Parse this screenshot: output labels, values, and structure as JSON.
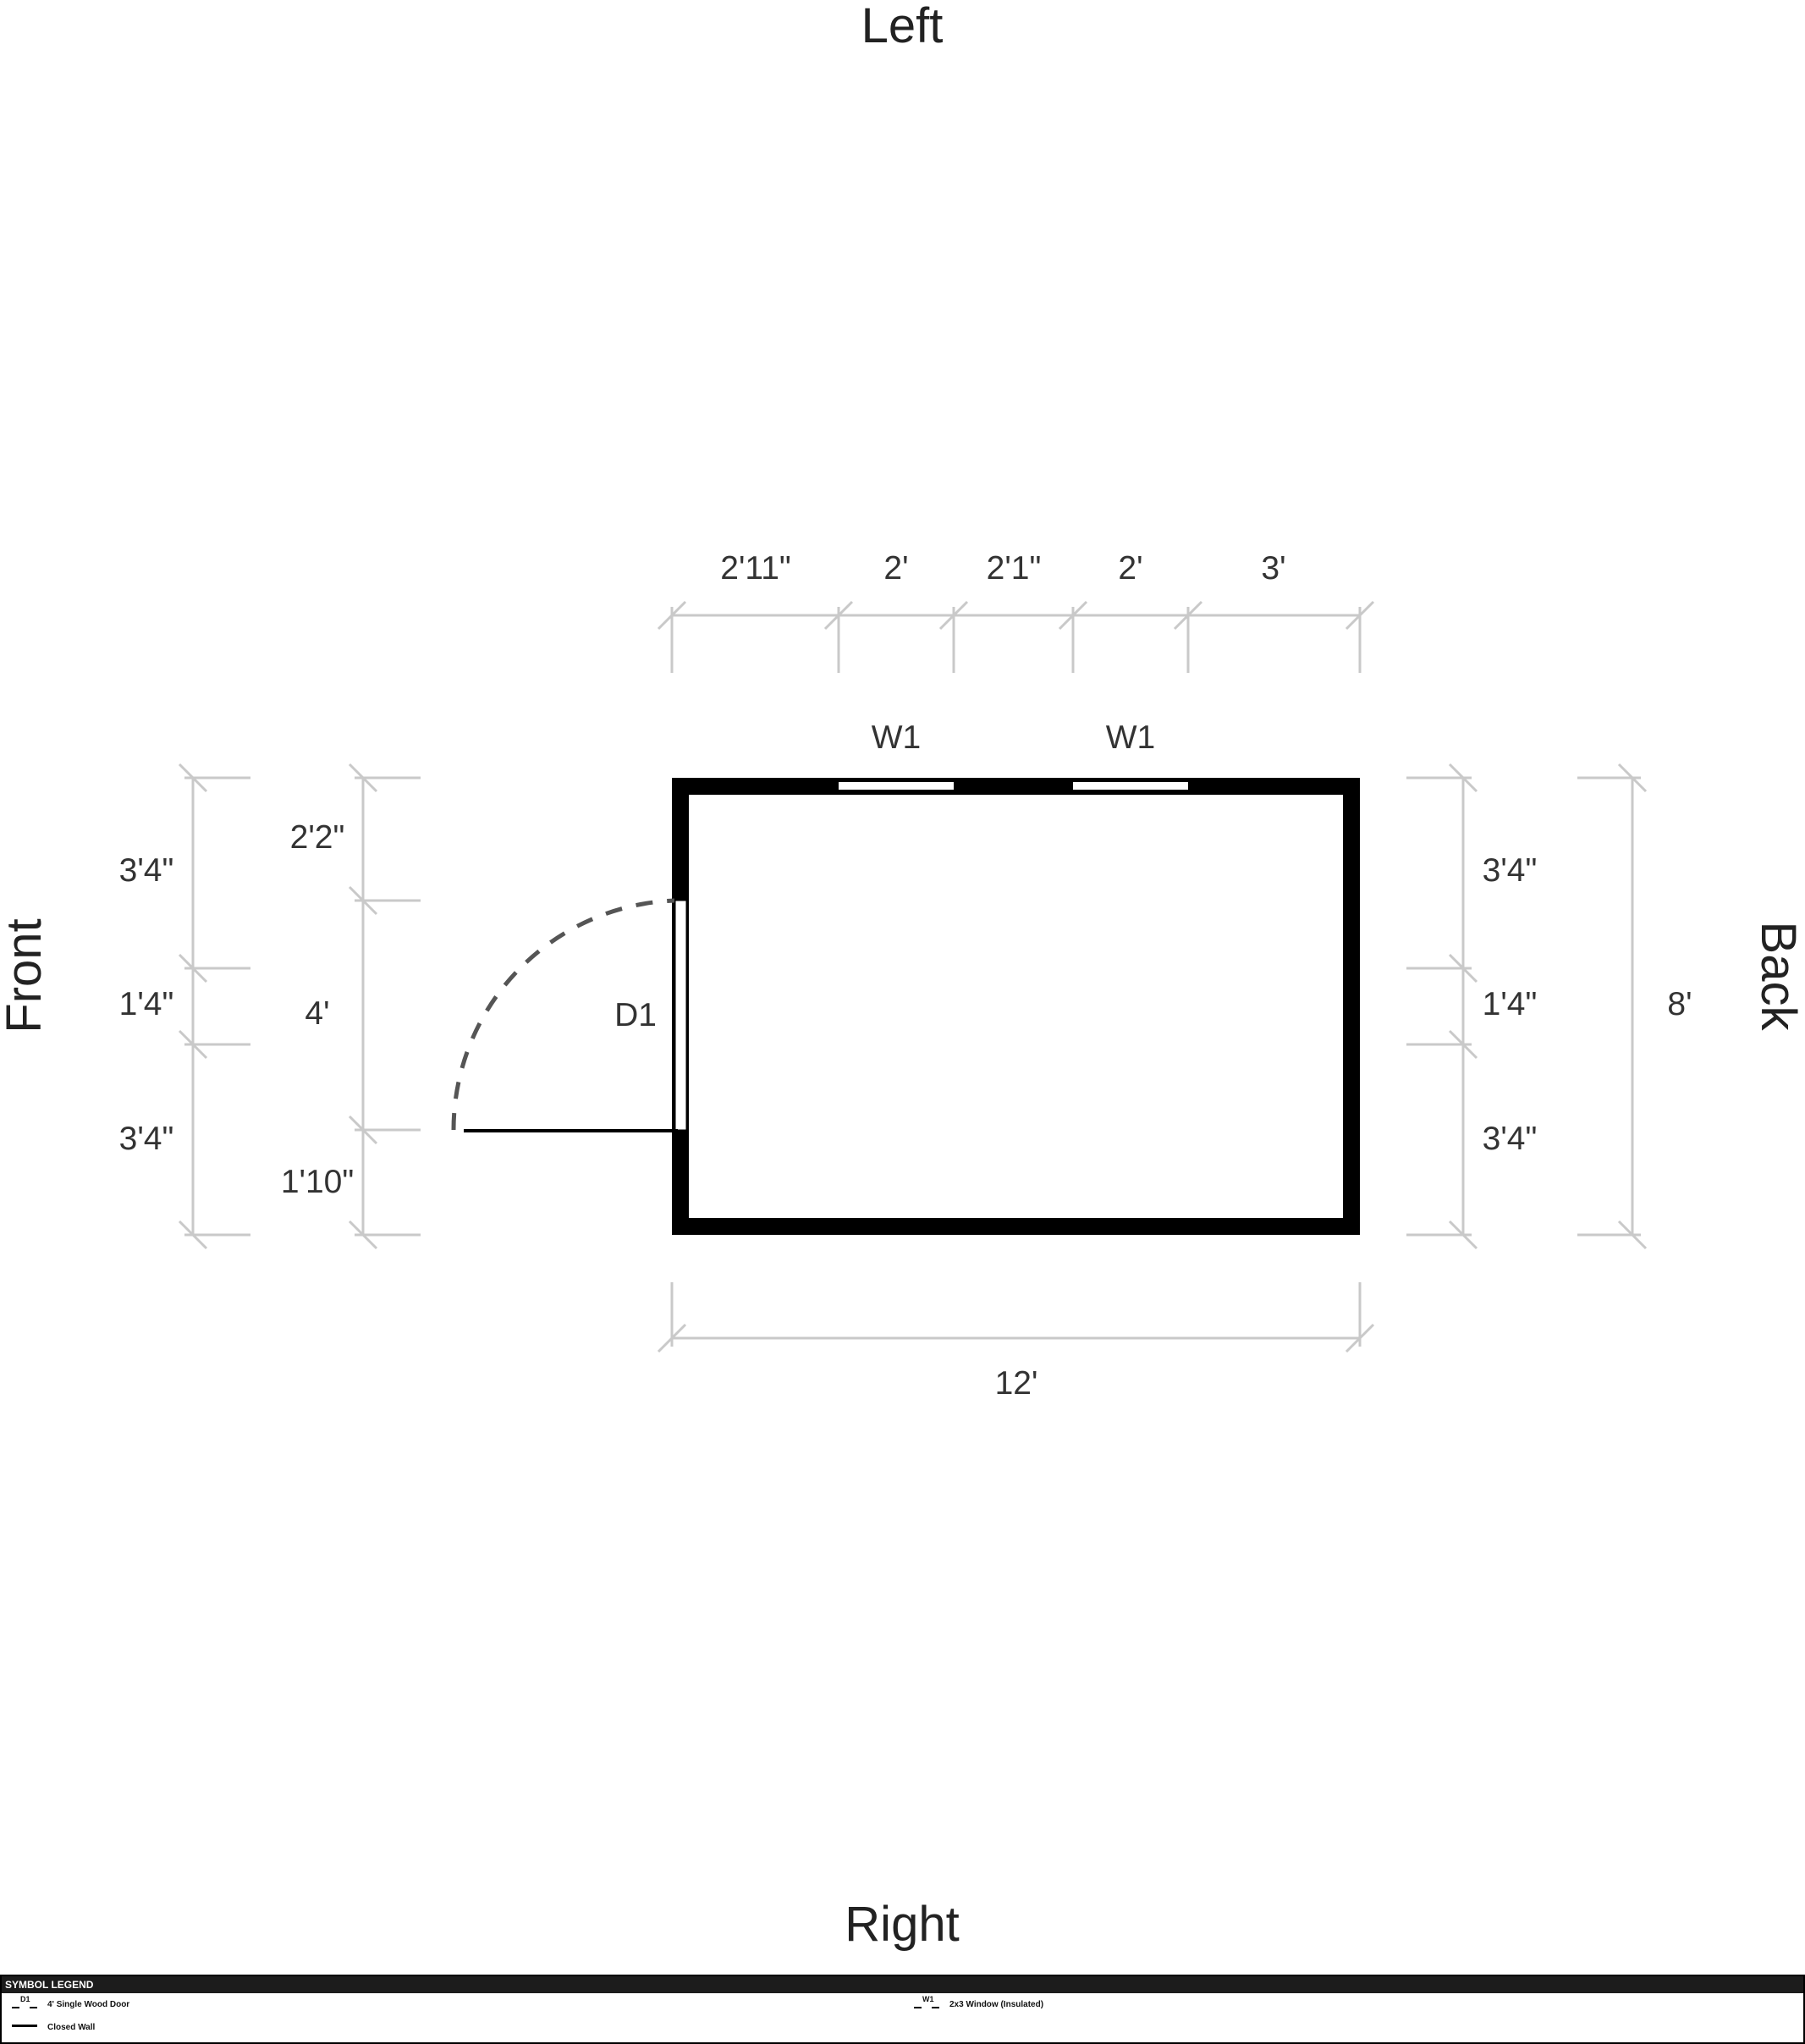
{
  "sides": {
    "left": "Left",
    "right": "Right",
    "front": "Front",
    "back": "Back"
  },
  "top_dims": [
    "2'11\"",
    "2'",
    "2'1\"",
    "2'",
    "3'"
  ],
  "bottom_dim": "12'",
  "front_outer_dims": [
    "3'4\"",
    "1'4\"",
    "3'4\""
  ],
  "front_inner_dims": [
    "2'2\"",
    "4'",
    "1'10\""
  ],
  "back_inner_dims": [
    "3'4\"",
    "1'4\"",
    "3'4\""
  ],
  "back_outer_dim": "8'",
  "window_tags": [
    "W1",
    "W1"
  ],
  "door_tag": "D1",
  "legend": {
    "title": "SYMBOL LEGEND",
    "items": [
      {
        "code": "D1",
        "label": "4' Single Wood Door"
      },
      {
        "code": "",
        "label": "Closed Wall"
      },
      {
        "code": "W1",
        "label": "2x3 Window (Insulated)"
      }
    ]
  }
}
